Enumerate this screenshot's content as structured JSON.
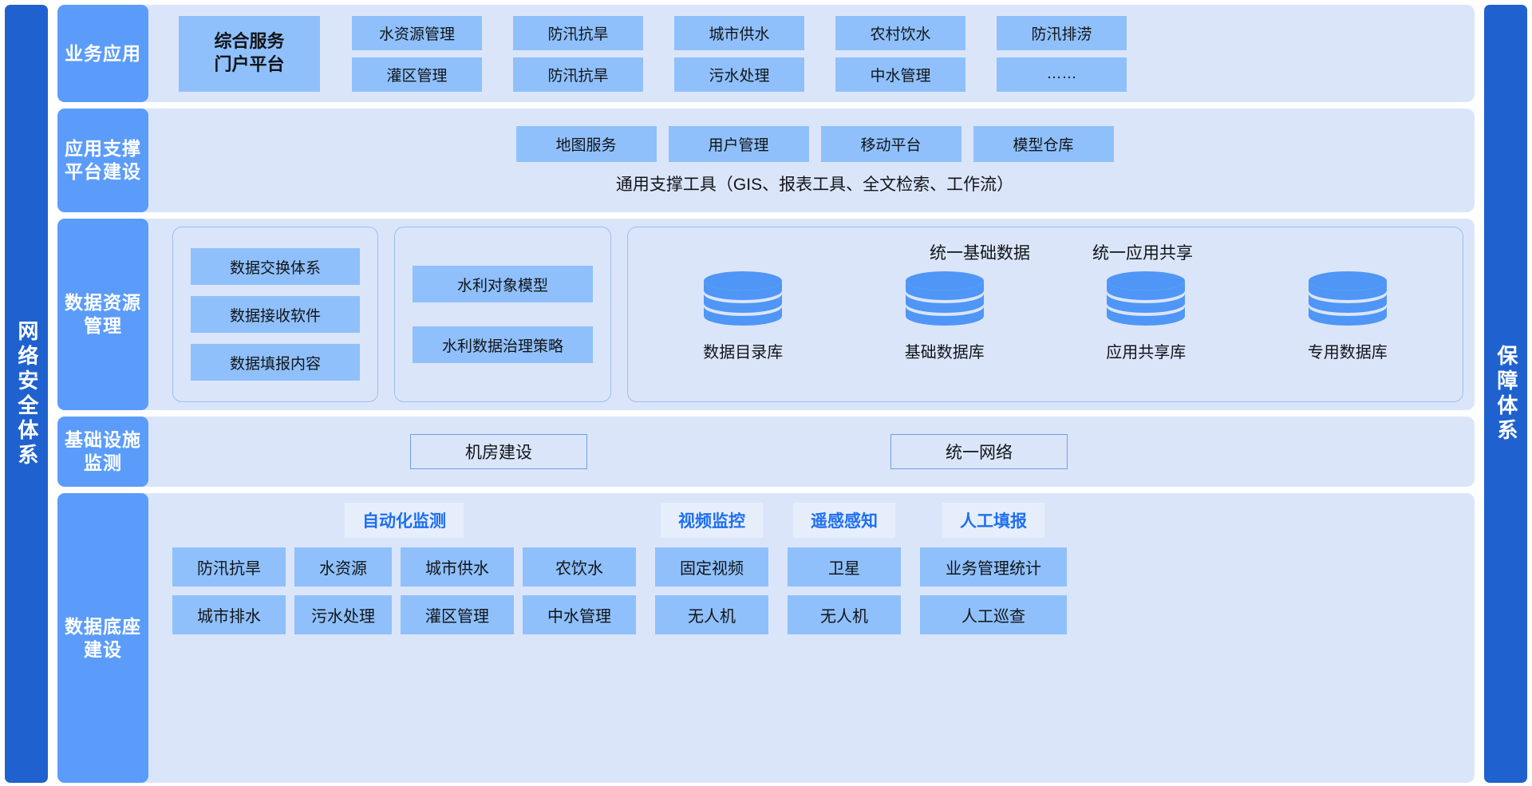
{
  "rails": {
    "left": "网络安全体系",
    "right": "保障体系"
  },
  "rows": {
    "business": {
      "label": "业务应用",
      "portal": "综合服务\n门户平台",
      "portal_line1": "综合服务",
      "portal_line2": "门户平台",
      "columns": [
        {
          "top": "水资源管理",
          "bottom": "灌区管理"
        },
        {
          "top": "防汛抗旱",
          "bottom": "防汛抗旱"
        },
        {
          "top": "城市供水",
          "bottom": "污水处理"
        },
        {
          "top": "农村饮水",
          "bottom": "中水管理"
        },
        {
          "top": "防汛排涝",
          "bottom": "……"
        }
      ]
    },
    "support": {
      "label": "应用支撑平台建设",
      "chips": [
        "地图服务",
        "用户管理",
        "移动平台",
        "模型仓库"
      ],
      "note": "通用支撑工具（GIS、报表工具、全文检索、工作流）"
    },
    "data_resource": {
      "label": "数据资源管理",
      "group1": [
        "数据交换体系",
        "数据接收软件",
        "数据填报内容"
      ],
      "group2": [
        "水利对象模型",
        "水利数据治理策略"
      ],
      "group3": {
        "titles": [
          "统一基础数据",
          "统一应用共享"
        ],
        "databases": [
          "数据目录库",
          "基础数据库",
          "应用共享库",
          "专用数据库"
        ]
      }
    },
    "infrastructure": {
      "label": "基础设施监测",
      "items": [
        "机房建设",
        "统一网络"
      ]
    },
    "foundation": {
      "label": "数据底座建设",
      "groups": [
        {
          "title": "自动化监测",
          "columns": [
            {
              "top": "防汛抗旱",
              "bottom": "城市排水",
              "width": "w-auto"
            },
            {
              "top": "水资源",
              "bottom": "污水处理",
              "width": "w-mid"
            },
            {
              "top": "城市供水",
              "bottom": "灌区管理",
              "width": "w-auto"
            },
            {
              "top": "农饮水",
              "bottom": "中水管理",
              "width": "w-auto"
            }
          ]
        },
        {
          "title": "视频监控",
          "columns": [
            {
              "top": "固定视频",
              "bottom": "无人机",
              "width": "w-auto"
            }
          ]
        },
        {
          "title": "遥感感知",
          "columns": [
            {
              "top": "卫星",
              "bottom": "无人机",
              "width": "w-auto"
            }
          ]
        },
        {
          "title": "人工填报",
          "columns": [
            {
              "top": "业务管理统计",
              "bottom": "人工巡查",
              "width": "w-wide"
            }
          ]
        }
      ]
    }
  },
  "colors": {
    "rail": "#1f62cf",
    "row_label": "#5b9cfa",
    "row_bg": "#dbe5fa",
    "chip": "#8fc0fb",
    "accent_text": "#1d6ff2",
    "db_cylinder": "#4f96f6"
  }
}
